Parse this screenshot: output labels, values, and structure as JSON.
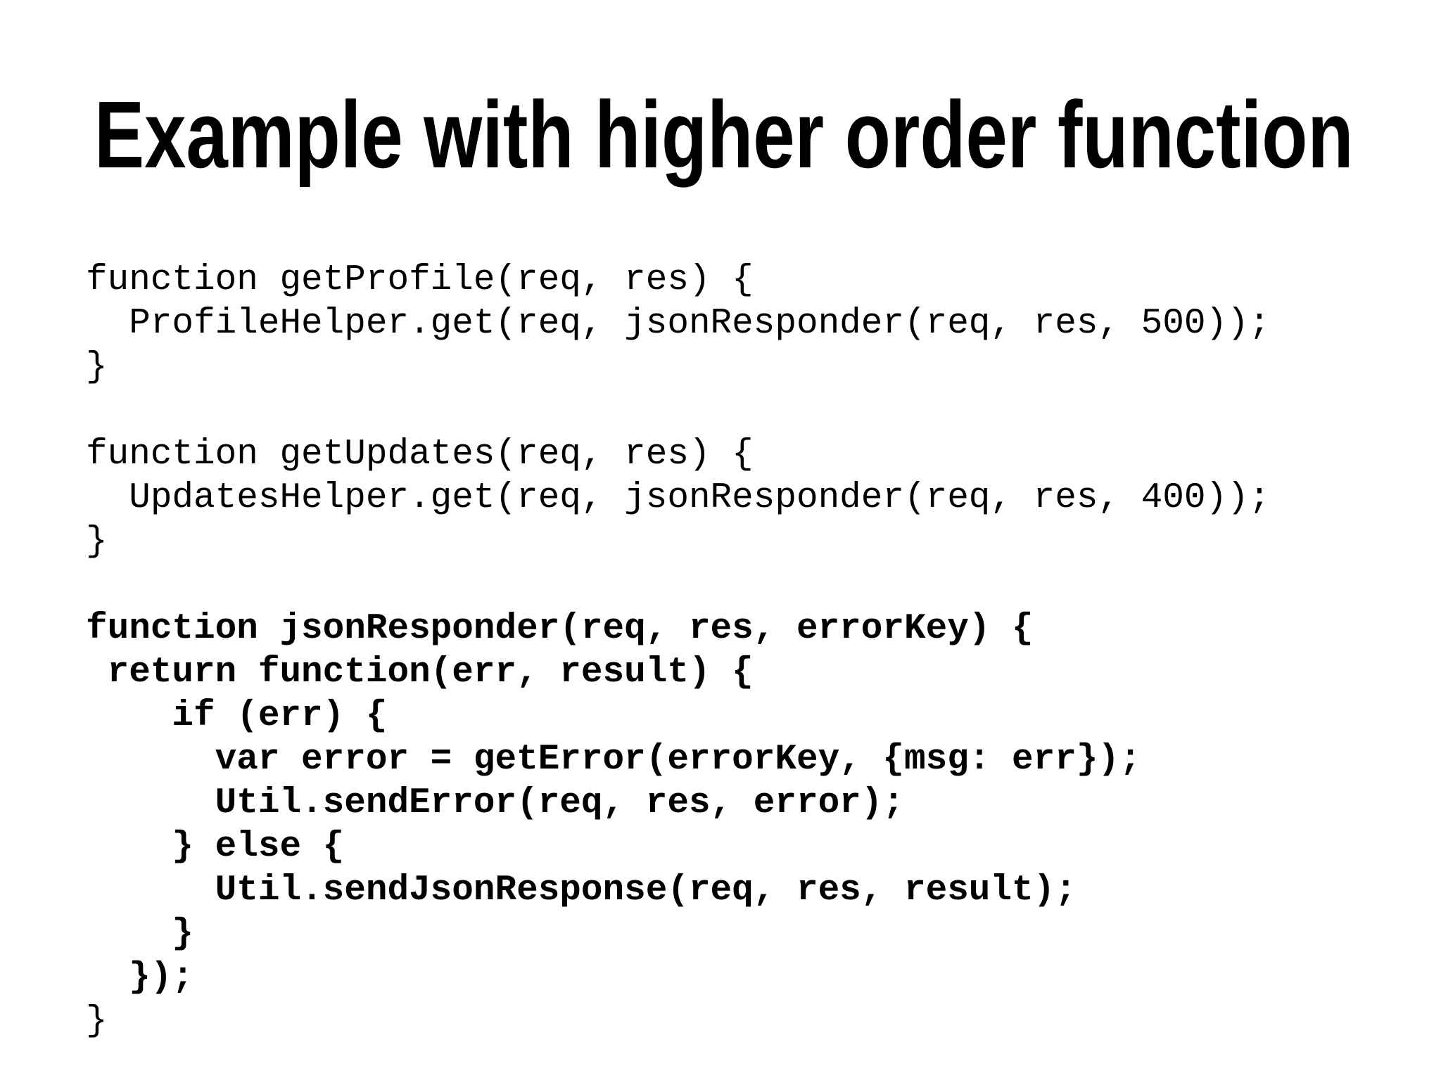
{
  "slide": {
    "title": "Example with higher order function",
    "background_color": "#ffffff",
    "text_color": "#000000"
  },
  "code": {
    "block_get_profile": {
      "lines": [
        "function getProfile(req, res) {",
        "  ProfileHelper.get(req, jsonResponder(req, res, 500));",
        "}"
      ]
    },
    "block_get_updates": {
      "lines": [
        "function getUpdates(req, res) {",
        "  UpdatesHelper.get(req, jsonResponder(req, res, 400));",
        "}"
      ]
    },
    "block_json_responder": {
      "bold": true,
      "lines": [
        "function jsonResponder(req, res, errorKey) {",
        " return function(err, result) {",
        "    if (err) {",
        "      var error = getError(errorKey, {msg: err});",
        "      Util.sendError(req, res, error);",
        "    } else {",
        "      Util.sendJsonResponse(req, res, result);",
        "    }",
        "  });"
      ],
      "closing_brace": "}"
    }
  }
}
